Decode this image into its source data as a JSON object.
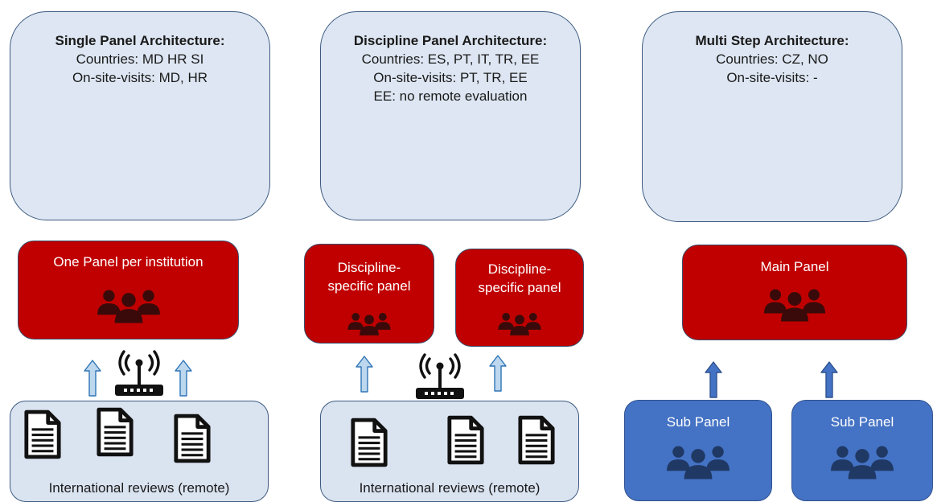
{
  "architectures": [
    {
      "title": "Single Panel Architecture:",
      "lines": [
        "Countries: MD HR SI",
        "On-site-visits: MD, HR"
      ]
    },
    {
      "title": "Discipline Panel Architecture:",
      "lines": [
        "Countries: ES, PT, IT, TR, EE",
        "On-site-visits: PT, TR, EE",
        "EE: no remote evaluation"
      ]
    },
    {
      "title": "Multi Step Architecture:",
      "lines": [
        "Countries: CZ, NO",
        "On-site-visits: -"
      ]
    }
  ],
  "panels": {
    "single": "One Panel per institution",
    "discipline_1": [
      "Discipline-",
      "specific panel"
    ],
    "discipline_2": [
      "Discipline-",
      "specific panel"
    ],
    "main": "Main Panel",
    "sub_1": "Sub Panel",
    "sub_2": "Sub Panel"
  },
  "reviews": {
    "left": "International reviews (remote)",
    "middle": "International reviews (remote)"
  },
  "colors": {
    "arch_box_fill": "#dde6f2",
    "red_panel": "#c00000",
    "sub_panel": "#4472c4",
    "review_fill": "#dae3f0",
    "light_arrow": "#9dc3e6",
    "dark_arrow": "#4472c4"
  },
  "icons": [
    "people-group-icon",
    "document-icon",
    "wifi-router-icon",
    "arrow-up-icon"
  ]
}
